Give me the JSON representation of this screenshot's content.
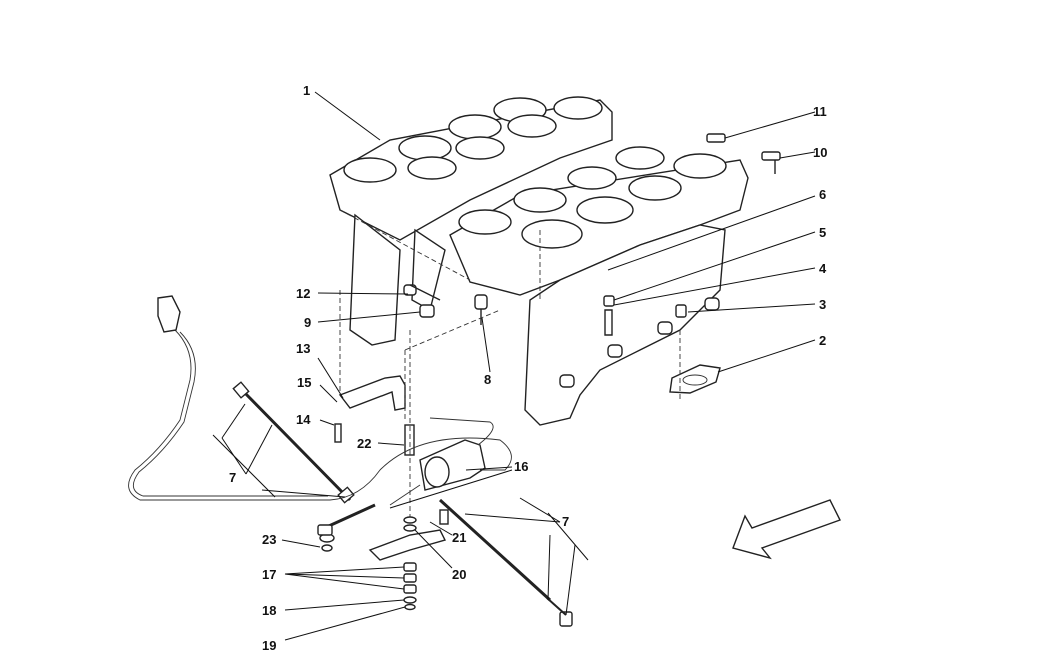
{
  "labels": {
    "l1": "1",
    "l2": "2",
    "l3": "3",
    "l4": "4",
    "l5": "5",
    "l6": "6",
    "l7a": "7",
    "l7b": "7",
    "l8": "8",
    "l9": "9",
    "l10": "10",
    "l11": "11",
    "l12": "12",
    "l13": "13",
    "l14": "14",
    "l15": "15",
    "l16": "16",
    "l17": "17",
    "l18": "18",
    "l19": "19",
    "l20": "20",
    "l21": "21",
    "l22": "22",
    "l23": "23"
  },
  "icons": {
    "direction": "direction-arrow-icon"
  },
  "colors": {
    "ink": "#111111",
    "background": "#ffffff"
  }
}
